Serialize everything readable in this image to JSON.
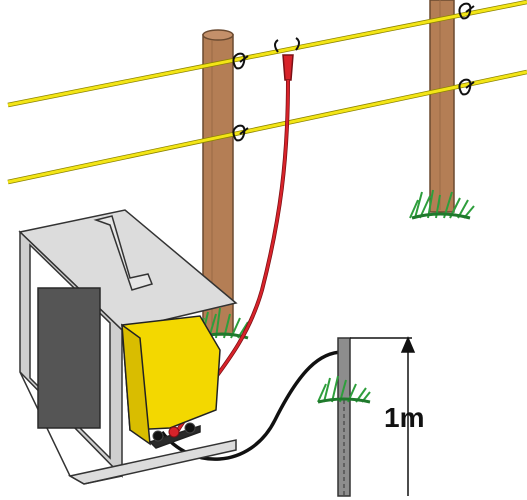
{
  "diagram": {
    "depth_label": "1m",
    "colors": {
      "fence_wire": "#f3e516",
      "post": "#b47e55",
      "energizer_body": "#f3d800",
      "lead_wire_live": "#d8232a",
      "lead_wire_ground": "#111111",
      "grass": "#2e9e3c",
      "stand": "#dcdcdc",
      "battery": "#555555",
      "ground_rod": "#8d8d8d"
    },
    "icons": [
      "wooden-post",
      "fence-insulator",
      "wire-clip",
      "energizer",
      "battery",
      "ground-rod",
      "grass-tuft",
      "dimension-arrow"
    ]
  }
}
